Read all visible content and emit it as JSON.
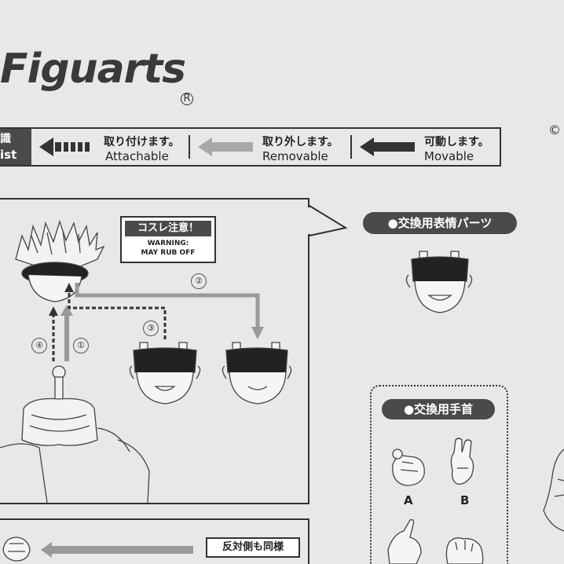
{
  "brand": {
    "logo_text": "Figuarts",
    "registered_mark": "R",
    "copyright_mark": "C"
  },
  "legend": {
    "header_line1": "識",
    "header_line2": "ist",
    "items": [
      {
        "jp": "取り付けます。",
        "en": "Attachable",
        "arrow": "dashed-dark"
      },
      {
        "jp": "取り外します。",
        "en": "Removable",
        "arrow": "solid-gray"
      },
      {
        "jp": "可動します。",
        "en": "Movable",
        "arrow": "solid-dark"
      }
    ]
  },
  "warning": {
    "title": "コスレ注意！",
    "line1": "WARNING:",
    "line2": "MAY RUB OFF"
  },
  "steps": [
    "①",
    "②",
    "③",
    "④"
  ],
  "face_parts_tag": "●交換用表情パーツ",
  "hands_tag": "●交換用手首",
  "hand_labels": [
    "A",
    "B"
  ],
  "bottom_tag": "反対側も同様",
  "colors": {
    "dark": "#4a4a4a",
    "paper": "#e8e8e8",
    "line": "#333333",
    "gray_arrow": "#999999"
  }
}
